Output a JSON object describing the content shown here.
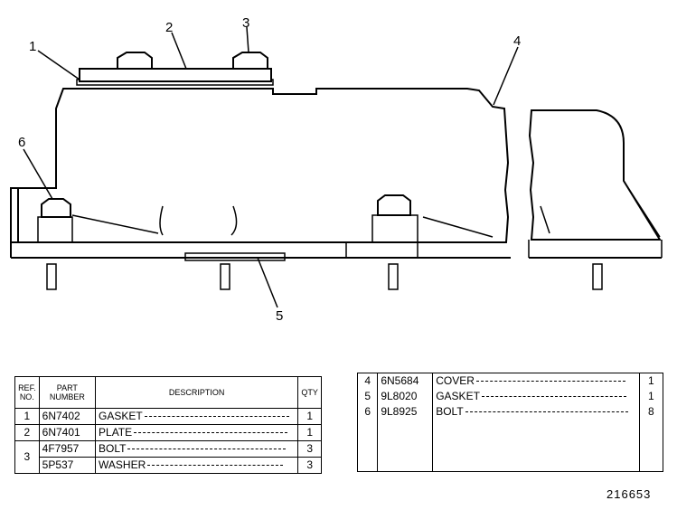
{
  "callouts": [
    "1",
    "2",
    "3",
    "4",
    "5",
    "6"
  ],
  "left_table": {
    "headers": {
      "ref_line1": "REF.",
      "ref_line2": "NO.",
      "part_line1": "PART",
      "part_line2": "NUMBER",
      "description": "DESCRIPTION",
      "qty": "QTY"
    },
    "rows": [
      {
        "ref": "1",
        "part": "6N7402",
        "desc": "GASKET",
        "qty": "1"
      },
      {
        "ref": "2",
        "part": "6N7401",
        "desc": "PLATE",
        "qty": "1"
      },
      {
        "ref": "3",
        "part": "4F7957",
        "desc": "BOLT",
        "qty": "3"
      },
      {
        "ref": "",
        "part": "5P537",
        "desc": "WASHER",
        "qty": "3"
      }
    ]
  },
  "right_table": {
    "rows": [
      {
        "ref": "4",
        "part": "6N5684",
        "desc": "COVER",
        "qty": "1"
      },
      {
        "ref": "5",
        "part": "9L8020",
        "desc": "GASKET",
        "qty": "1"
      },
      {
        "ref": "6",
        "part": "9L8925",
        "desc": "BOLT",
        "qty": "8"
      }
    ]
  },
  "figure_number": "216653"
}
